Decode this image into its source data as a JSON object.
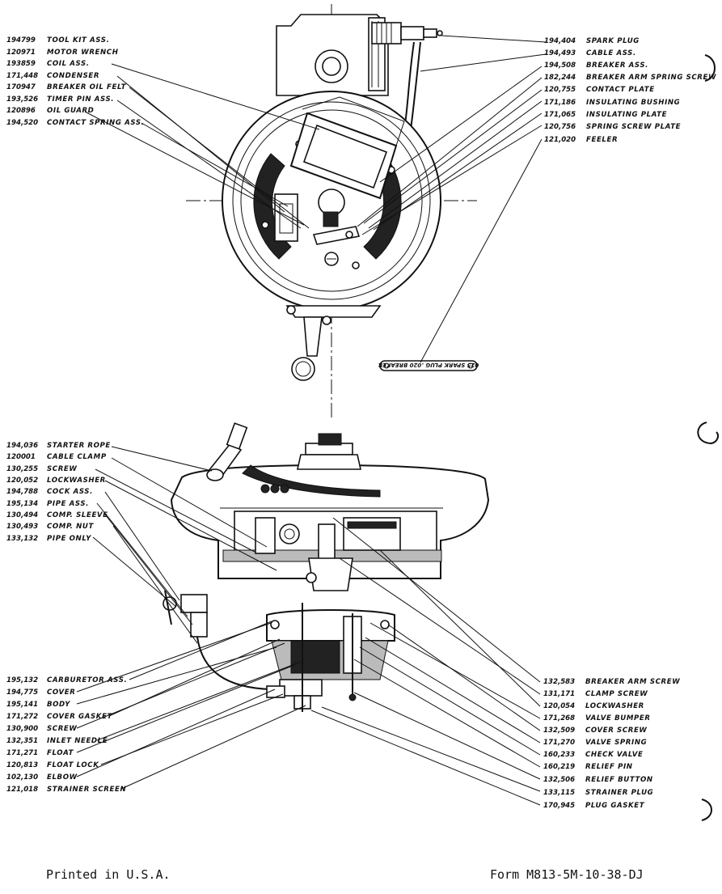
{
  "top_labels_left": [
    {
      "num": "194799",
      "name": "TOOL KIT ASS."
    },
    {
      "num": "120971",
      "name": "MOTOR WRENCH"
    },
    {
      "num": "193859",
      "name": "COIL ASS."
    },
    {
      "num": "171,448",
      "name": "CONDENSER"
    },
    {
      "num": "170947",
      "name": "BREAKER OIL FELT"
    },
    {
      "num": "193,526",
      "name": "TIMER PIN ASS."
    },
    {
      "num": "120896",
      "name": "OIL GUARD"
    },
    {
      "num": "194,520",
      "name": "CONTACT SPRING ASS."
    }
  ],
  "top_labels_right": [
    {
      "num": "194,404",
      "name": "SPARK PLUG"
    },
    {
      "num": "194,493",
      "name": "CABLE ASS."
    },
    {
      "num": "194,508",
      "name": "BREAKER ASS."
    },
    {
      "num": "182,244",
      "name": "BREAKER ARM SPRING SCREW"
    },
    {
      "num": "120,755",
      "name": "CONTACT PLATE"
    },
    {
      "num": "171,186",
      "name": "INSULATING BUSHING"
    },
    {
      "num": "171,065",
      "name": "INSULATING PLATE"
    },
    {
      "num": "120,756",
      "name": "SPRING SCREW PLATE"
    },
    {
      "num": "121,020",
      "name": "FEELER"
    }
  ],
  "mid_labels_left": [
    {
      "num": "194,036",
      "name": "STARTER ROPE"
    },
    {
      "num": "120001",
      "name": "CABLE CLAMP"
    },
    {
      "num": "130,255",
      "name": "SCREW"
    },
    {
      "num": "120,052",
      "name": "LOCKWASHER"
    },
    {
      "num": "194,788",
      "name": "COCK ASS."
    },
    {
      "num": "195,134",
      "name": "PIPE ASS."
    },
    {
      "num": "130,494",
      "name": "COMP. SLEEVE"
    },
    {
      "num": "130,493",
      "name": "COMP. NUT"
    },
    {
      "num": "133,132",
      "name": "PIPE ONLY"
    }
  ],
  "bottom_labels_left": [
    {
      "num": "195,132",
      "name": "CARBURETOR ASS."
    },
    {
      "num": "194,775",
      "name": "COVER"
    },
    {
      "num": "195,141",
      "name": "BODY"
    },
    {
      "num": "171,272",
      "name": "COVER GASKET"
    },
    {
      "num": "130,900",
      "name": "SCREW"
    },
    {
      "num": "132,351",
      "name": "INLET NEEDLE"
    },
    {
      "num": "171,271",
      "name": "FLOAT"
    },
    {
      "num": "120,813",
      "name": "FLOAT LOCK"
    },
    {
      "num": "102,130",
      "name": "ELBOW"
    },
    {
      "num": "121,018",
      "name": "STRAINER SCREEN"
    }
  ],
  "bottom_labels_right": [
    {
      "num": "132,583",
      "name": "BREAKER ARM SCREW"
    },
    {
      "num": "131,171",
      "name": "CLAMP SCREW"
    },
    {
      "num": "120,054",
      "name": "LOCKWASHER"
    },
    {
      "num": "171,268",
      "name": "VALVE BUMPER"
    },
    {
      "num": "132,509",
      "name": "COVER SCREW"
    },
    {
      "num": "171,270",
      "name": "VALVE SPRING"
    },
    {
      "num": "160,233",
      "name": "CHECK VALVE"
    },
    {
      "num": "160,219",
      "name": "RELIEF PIN"
    },
    {
      "num": "132,506",
      "name": "RELIEF BUTTON"
    },
    {
      "num": "133,115",
      "name": "STRAINER PLUG"
    },
    {
      "num": "170,945",
      "name": "PLUG GASKET"
    }
  ],
  "feeler_gauge_text": "025 SPARK PLUG .020 BREAKER",
  "footer": {
    "left": "Printed in U.S.A.",
    "right": "Form M813-5M-10-38-DJ"
  }
}
